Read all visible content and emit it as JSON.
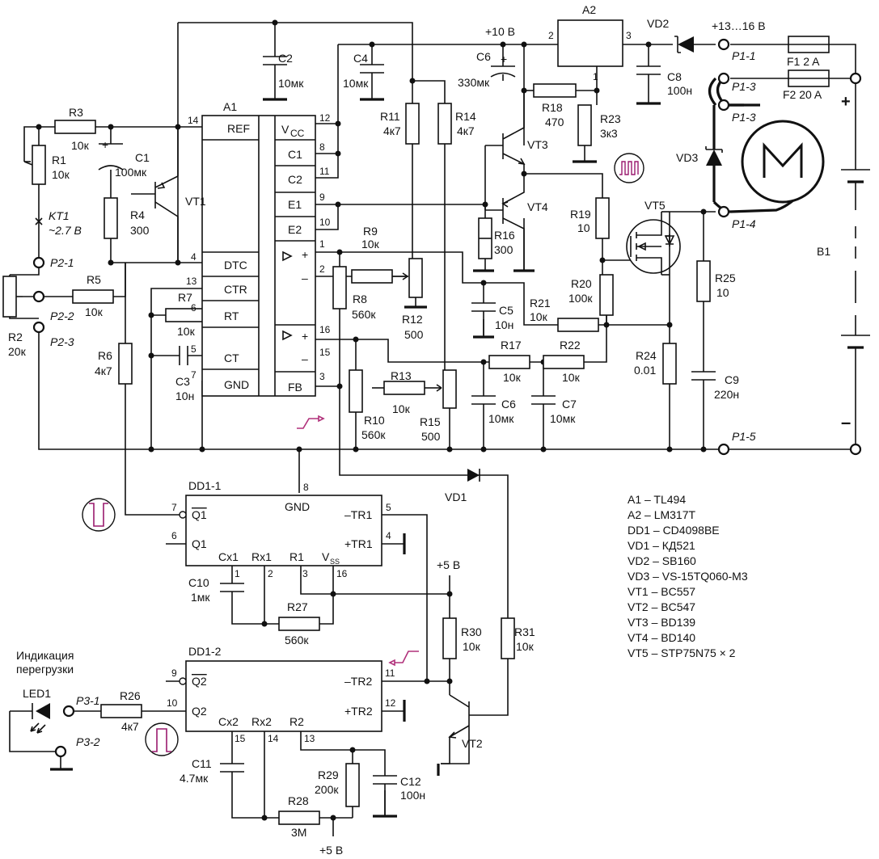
{
  "labels": {
    "A1": "A1",
    "A2": "A2",
    "DD1_1": "DD1-1",
    "DD1_2": "DD1-2",
    "VT1": "VT1",
    "VT2": "VT2",
    "VT3": "VT3",
    "VT4": "VT4",
    "VT5": "VT5",
    "VD1": "VD1",
    "VD2": "VD2",
    "VD3": "VD3",
    "LED1": "LED1",
    "B1": "B1",
    "F1": "F1  2 A",
    "F2": "F2  20 A",
    "KT1": "KT1",
    "KT1v": "~2.7 B",
    "supply": "+13…16 B",
    "v10": "+10 B",
    "v5a": "+5 B",
    "v5b": "+5 B",
    "plus": "+",
    "minus": "–",
    "ind1": "Индикация",
    "ind2": "перегрузки"
  },
  "parts": {
    "R1": [
      "R1",
      "10к"
    ],
    "R2": [
      "R2",
      "20к"
    ],
    "R3": [
      "R3",
      "10к"
    ],
    "R4": [
      "R4",
      "300"
    ],
    "R5": [
      "R5",
      "10к"
    ],
    "R6": [
      "R6",
      "4к7"
    ],
    "R7": [
      "R7",
      "10к"
    ],
    "R8": [
      "R8",
      "560к"
    ],
    "R9": [
      "R9",
      "10к"
    ],
    "R10": [
      "R10",
      "560к"
    ],
    "R11": [
      "R11",
      "4к7"
    ],
    "R12": [
      "R12",
      "500"
    ],
    "R13": [
      "R13",
      "10к"
    ],
    "R14": [
      "R14",
      "4к7"
    ],
    "R15": [
      "R15",
      "500"
    ],
    "R16": [
      "R16",
      "300"
    ],
    "R17": [
      "R17",
      "10к"
    ],
    "R18": [
      "R18",
      "470"
    ],
    "R19": [
      "R19",
      "10"
    ],
    "R20": [
      "R20",
      "100к"
    ],
    "R21": [
      "R21",
      "10к"
    ],
    "R22": [
      "R22",
      "10к"
    ],
    "R23": [
      "R23",
      "3к3"
    ],
    "R24": [
      "R24",
      "0.01"
    ],
    "R25": [
      "R25",
      "10"
    ],
    "R26": [
      "R26",
      "4к7"
    ],
    "R27": [
      "R27",
      "560к"
    ],
    "R28": [
      "R28",
      "3М"
    ],
    "R29": [
      "R29",
      "200к"
    ],
    "R30": [
      "R30",
      "10к"
    ],
    "R31": [
      "R31",
      "10к"
    ],
    "C1": [
      "C1",
      "100мк"
    ],
    "C2": [
      "C2",
      "10мк"
    ],
    "C3": [
      "C3",
      "10н"
    ],
    "C4": [
      "C4",
      "10мк"
    ],
    "C5": [
      "C5",
      "10н"
    ],
    "C6a": [
      "C6",
      "330мк"
    ],
    "C6b": [
      "C6",
      "10мк"
    ],
    "C7": [
      "C7",
      "10мк"
    ],
    "C8": [
      "C8",
      "100н"
    ],
    "C9": [
      "C9",
      "220н"
    ],
    "C10": [
      "C10",
      "1мк"
    ],
    "C11": [
      "C11",
      "4.7мк"
    ],
    "C12": [
      "C12",
      "100н"
    ]
  },
  "pins": {
    "A1": {
      "REF": "REF",
      "VCC": "V",
      "VCCsub": "CC",
      "C1": "C1",
      "C2": "C2",
      "E1": "E1",
      "E2": "E2",
      "DTC": "DTC",
      "CTR": "CTR",
      "RT": "RT",
      "CT": "CT",
      "GND": "GND",
      "FB": "FB",
      "nREF": "14",
      "nVCC": "12",
      "nC1": "8",
      "nC2": "11",
      "nE1": "9",
      "nE2": "10",
      "nDTC": "4",
      "nCTR": "13",
      "nRT": "6",
      "nCT": "5",
      "nGND": "7",
      "n1": "1",
      "n2": "2",
      "n16": "16",
      "n15": "15",
      "nFB": "3"
    },
    "A2": {
      "in": "3",
      "out": "2",
      "adj": "1"
    },
    "DD1_1": {
      "Q1b": "Q1",
      "Q1": "Q1",
      "GND": "GND",
      "mTR1": "–TR1",
      "pTR1": "+TR1",
      "Cx1": "Cx1",
      "Rx1": "Rx1",
      "R1": "R1",
      "VSS": "V",
      "VSSsub": "SS",
      "n7": "7",
      "n6": "6",
      "n8": "8",
      "n5": "5",
      "n4": "4",
      "n1": "1",
      "n2": "2",
      "n3": "3",
      "n16": "16"
    },
    "DD1_2": {
      "Q2b": "Q2",
      "Q2": "Q2",
      "mTR2": "–TR2",
      "pTR2": "+TR2",
      "Cx2": "Cx2",
      "Rx2": "Rx2",
      "R2": "R2",
      "n9": "9",
      "n10": "10",
      "n11": "11",
      "n12": "12",
      "n15": "15",
      "n14": "14",
      "n13": "13"
    }
  },
  "terminals": {
    "P1_1": "P1-1",
    "P1_3a": "P1-3",
    "P1_3b": "P1-3",
    "P1_4": "P1-4",
    "P1_5": "P1-5",
    "P2_1": "P2-1",
    "P2_2": "P2-2",
    "P2_3": "P2-3",
    "P3_1": "P3-1",
    "P3_2": "P3-2"
  },
  "bom": [
    "A1 – TL494",
    "A2 – LM317T",
    "DD1 – CD4098BE",
    "VD1 – КД521",
    "VD2 – SB160",
    "VD3 – VS-15TQ060-M3",
    "VT1 – BC557",
    "VT2 – BC547",
    "VT3 – BD139",
    "VT4 – BD140",
    "VT5 – STP75N75 × 2"
  ]
}
